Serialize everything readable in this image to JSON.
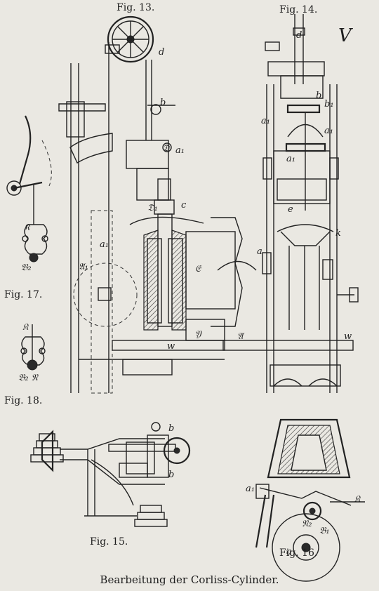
{
  "figures": {
    "fig13": "Fig. 13.",
    "fig14": "Fig. 14.",
    "fig15": "Fig. 15.",
    "fig16": "Fig. 16.",
    "fig17": "Fig. 17.",
    "fig18": "Fig. 18."
  },
  "roman_numeral": "V",
  "caption": "Bearbeitung der Corliss-Cylinder."
}
